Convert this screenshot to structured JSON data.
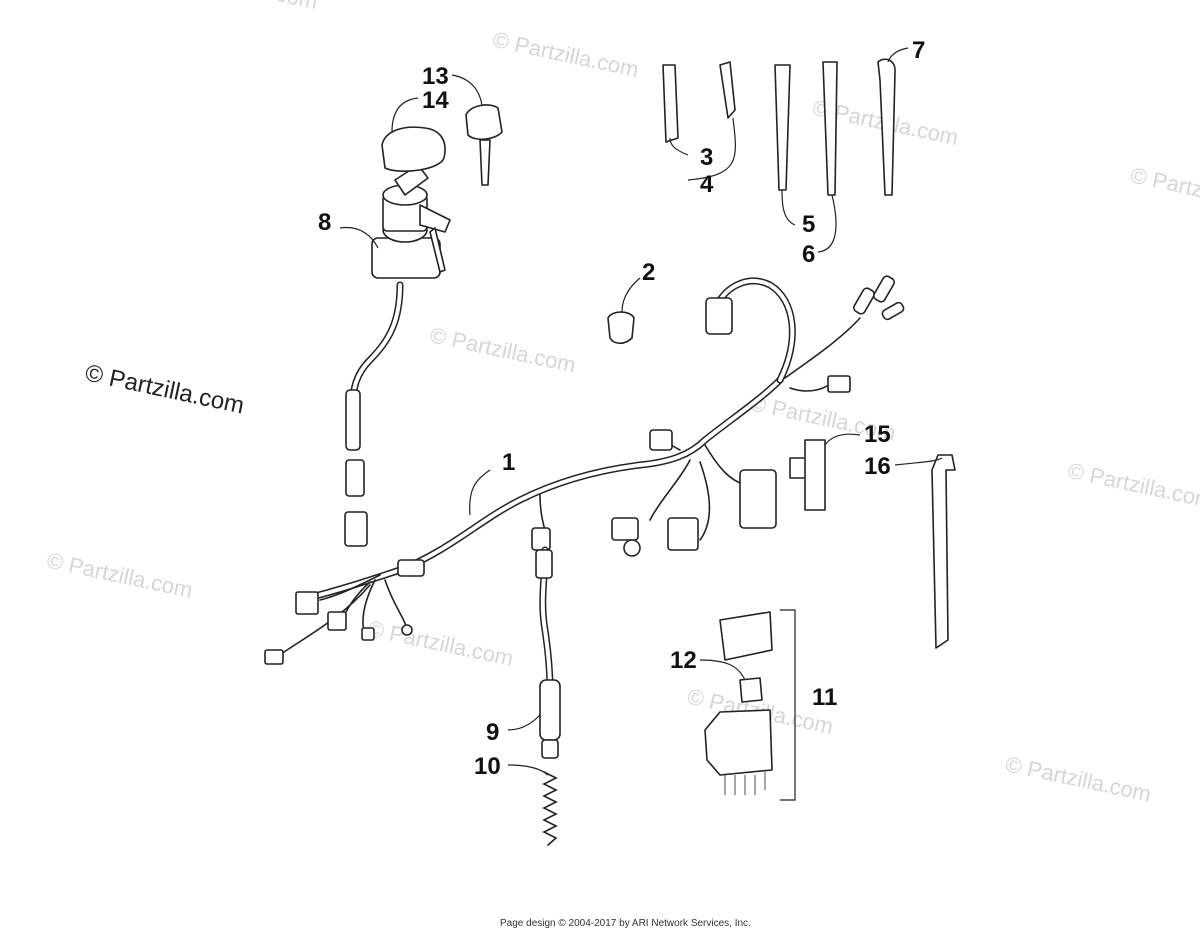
{
  "watermark": {
    "text": "© Partzilla.com"
  },
  "callouts": {
    "c1": "1",
    "c2": "2",
    "c3": "3",
    "c4": "4",
    "c5": "5",
    "c6": "6",
    "c7": "7",
    "c8": "8",
    "c9": "9",
    "c10": "10",
    "c11": "11",
    "c12": "12",
    "c13": "13",
    "c14": "14",
    "c15": "15",
    "c16": "16"
  },
  "footer": {
    "text": "Page design © 2004-2017 by ARI Network Services, Inc."
  }
}
